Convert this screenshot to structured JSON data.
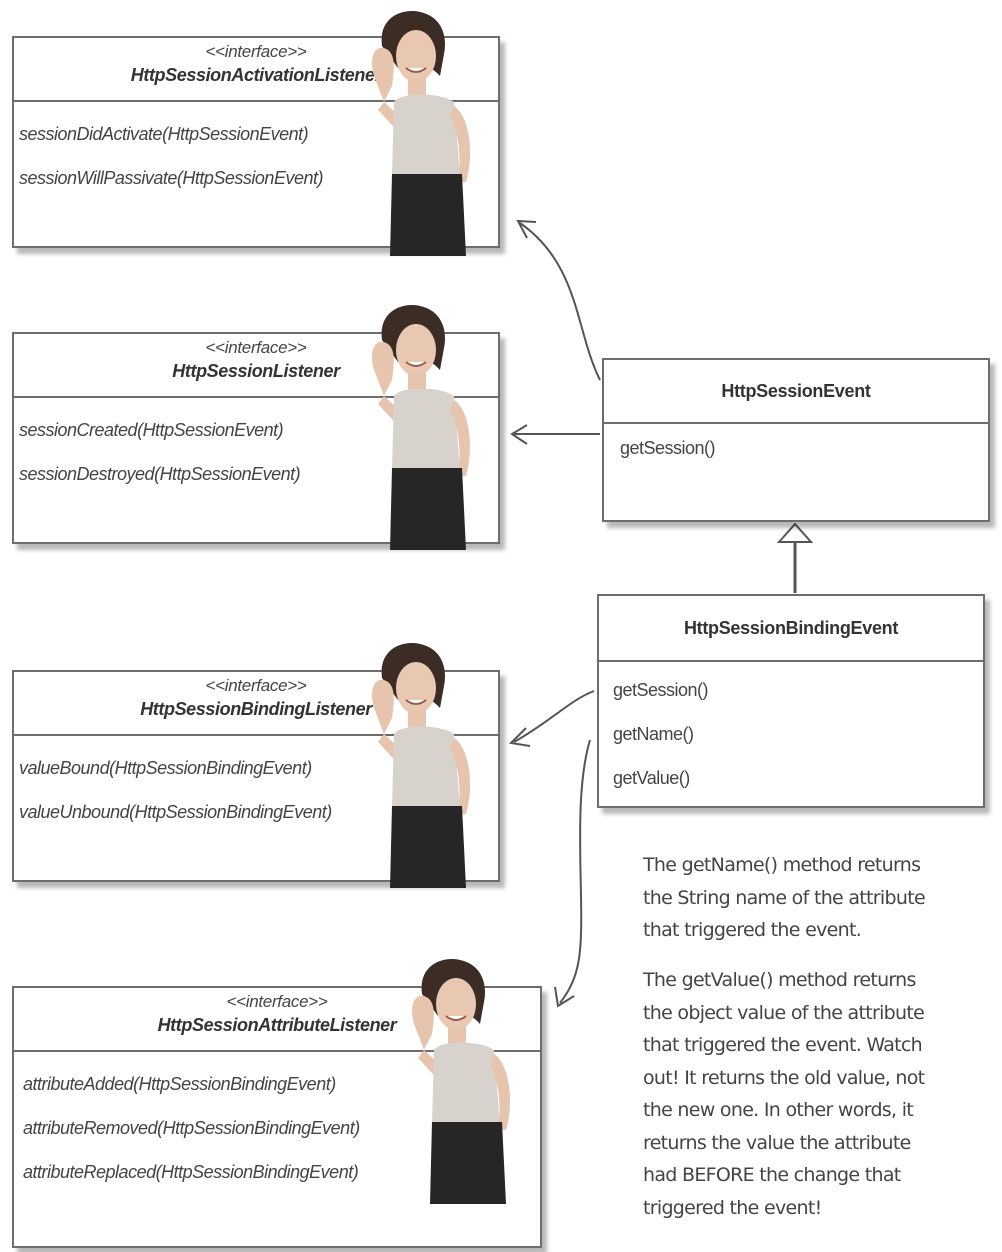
{
  "interfaces": [
    {
      "stereotype": "<<interface>>",
      "name": "HttpSessionActivationListener",
      "methods": [
        "sessionDidActivate(HttpSessionEvent)",
        "sessionWillPassivate(HttpSessionEvent)"
      ]
    },
    {
      "stereotype": "<<interface>>",
      "name": "HttpSessionListener",
      "methods": [
        "sessionCreated(HttpSessionEvent)",
        "sessionDestroyed(HttpSessionEvent)"
      ]
    },
    {
      "stereotype": "<<interface>>",
      "name": "HttpSessionBindingListener",
      "methods": [
        "valueBound(HttpSessionBindingEvent)",
        "valueUnbound(HttpSessionBindingEvent)"
      ]
    },
    {
      "stereotype": "<<interface>>",
      "name": "HttpSessionAttributeListener",
      "methods": [
        "attributeAdded(HttpSessionBindingEvent)",
        "attributeRemoved(HttpSessionBindingEvent)",
        "attributeReplaced(HttpSessionBindingEvent)"
      ]
    }
  ],
  "classes": [
    {
      "name": "HttpSessionEvent",
      "methods": [
        "getSession()"
      ]
    },
    {
      "name": "HttpSessionBindingEvent",
      "methods": [
        "getSession()",
        "getName()",
        "getValue()"
      ]
    }
  ],
  "notes": {
    "getname": [
      "The getName() method returns",
      "the String name of the attribute",
      "that triggered the event."
    ],
    "getvalue": [
      "The getValue() method returns",
      "the object value of the attribute",
      "that triggered the event. Watch",
      "out! It returns the old value, not",
      "the new one. In other words, it",
      "returns the value the attribute",
      "had BEFORE the change that",
      "triggered the event!"
    ]
  },
  "colors": {
    "line": "#6d6d6d",
    "arrow": "#555555",
    "text": "#333333"
  }
}
